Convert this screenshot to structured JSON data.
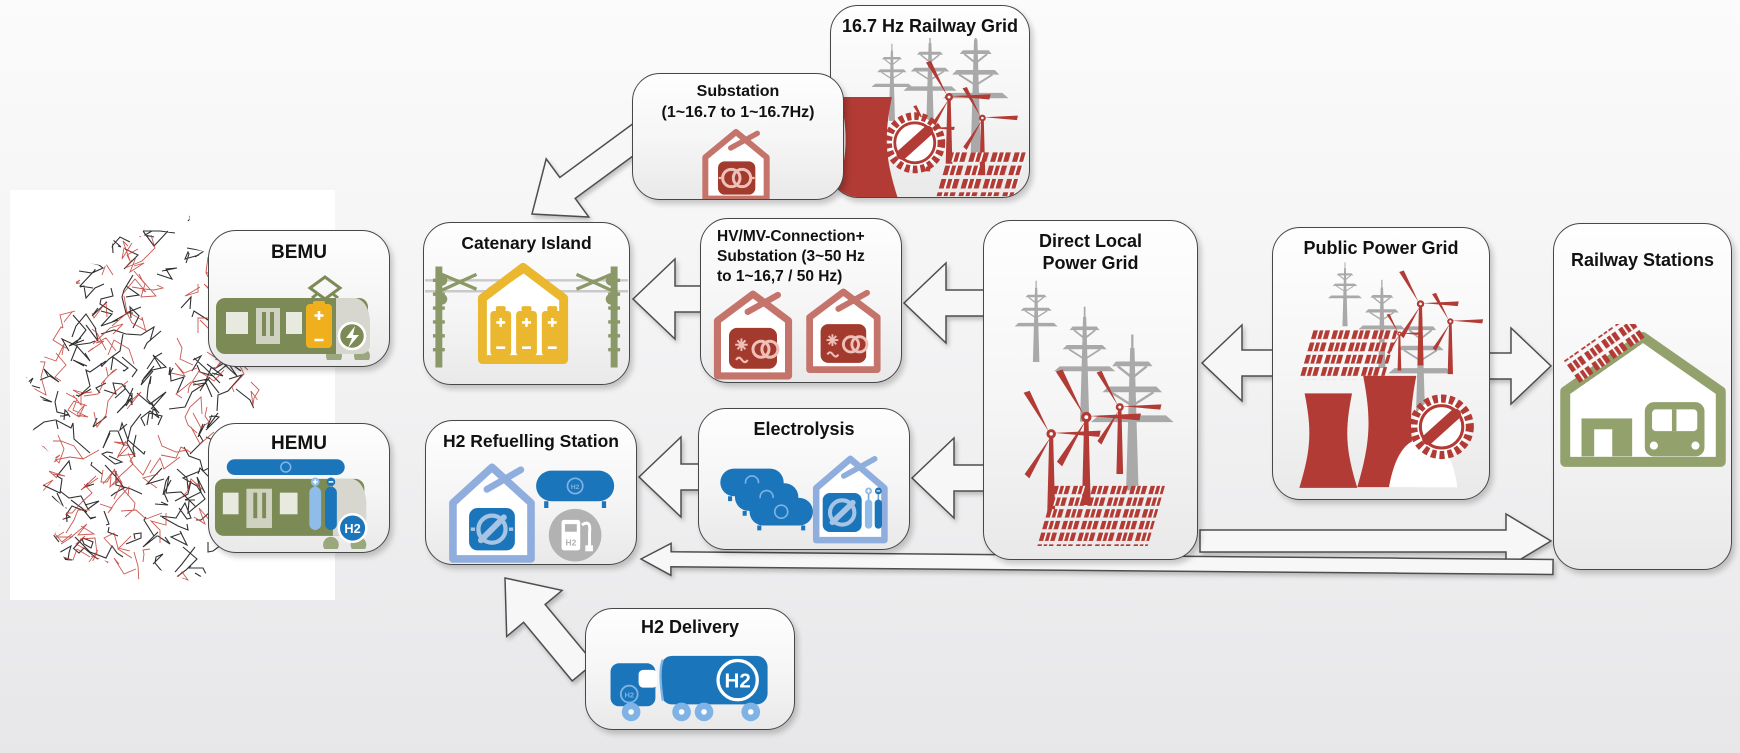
{
  "diagram": {
    "boxes": {
      "bemu": {
        "title": "BEMU"
      },
      "hemu": {
        "title": "HEMU"
      },
      "catenary_island": {
        "title": "Catenary Island"
      },
      "h2_refuelling_station": {
        "title": "H2 Refuelling Station"
      },
      "substation_16_7": {
        "title_line1": "Substation",
        "title_line2": "(1~16.7 to 1~16.7Hz)"
      },
      "railway_grid_16_7": {
        "title": "16.7 Hz Railway Grid"
      },
      "hv_mv_substation": {
        "title_line1": "HV/MV-Connection+",
        "title_line2": "Substation (3~50 Hz",
        "title_line3": "to 1~16,7 / 50 Hz)"
      },
      "electrolysis": {
        "title": "Electrolysis"
      },
      "direct_local_power_grid": {
        "title_line1": "Direct Local",
        "title_line2": "Power Grid"
      },
      "public_power_grid": {
        "title": "Public Power Grid"
      },
      "railway_stations": {
        "title": "Railway Stations"
      },
      "h2_delivery": {
        "title": "H2 Delivery"
      }
    },
    "icon_labels": {
      "h2": "H2"
    },
    "colors": {
      "accent_red": "#b23b35",
      "house_red": "#c4746a",
      "dark_red": "#a33a2e",
      "blue": "#1b75bb",
      "light_blue": "#8faedd",
      "olive": "#7c8a55",
      "station_olive": "#93a16d",
      "gold": "#eab72f",
      "pylon_gray": "#a9a9a9",
      "pump_gray": "#b2b2b2"
    }
  }
}
